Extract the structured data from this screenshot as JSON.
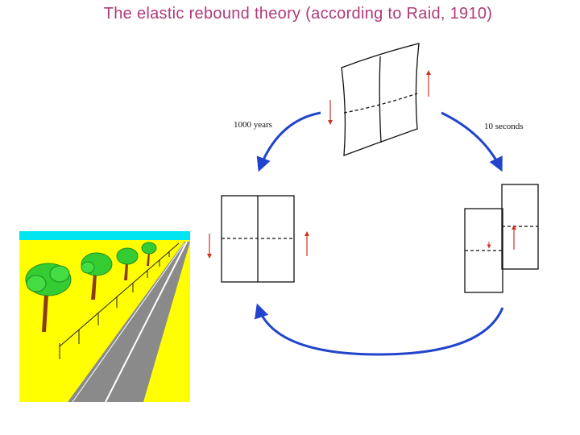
{
  "title": "The elastic rebound theory (according to Raid, 1910)",
  "labels": {
    "top_left": "1000 years",
    "top_right": "10 seconds"
  },
  "colors": {
    "title": "#b03a78",
    "cycle_arrow": "#2244cc",
    "slip_arrow": "#cc3322",
    "ground": "#ffff00",
    "sky": "#00e5f0",
    "road": "#8a8a8a",
    "tree_foliage": "#33cc33",
    "tree_trunk": "#8b3a1a"
  }
}
